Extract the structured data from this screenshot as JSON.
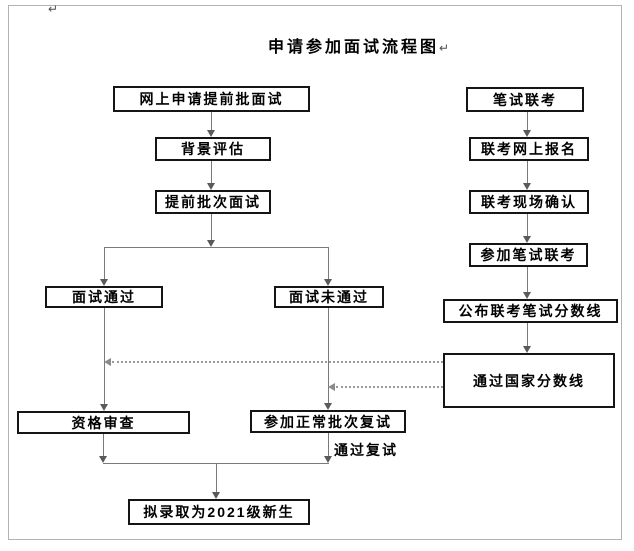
{
  "title": {
    "text": "申请参加面试流程图"
  },
  "marks": {
    "return_mark": "↵"
  },
  "nodes": {
    "apply_online": "网上申请提前批面试",
    "background_eval": "背景评估",
    "early_batch_interview": "提前批次面试",
    "interview_passed": "面试通过",
    "interview_failed": "面试未通过",
    "qualification_review": "资格审查",
    "normal_batch_retest": "参加正常批次复试",
    "admitted": "拟录取为2021级新生",
    "written_exam": "笔试联考",
    "exam_online_registration": "联考网上报名",
    "exam_onsite_confirmation": "联考现场确认",
    "take_written_exam": "参加笔试联考",
    "publish_score_line": "公布联考笔试分数线",
    "pass_national_line": "通过国家分数线"
  },
  "edge_labels": {
    "pass_retest": "通过复试"
  },
  "colors": {
    "box_border": "#151515",
    "connector_line": "#7a7a7a",
    "dotted_line": "#9a9a9a",
    "frame_border": "#b3b3b3",
    "text": "#000000"
  }
}
